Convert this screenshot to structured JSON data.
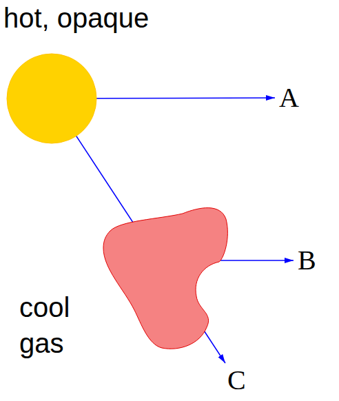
{
  "diagram": {
    "nodes": [
      {
        "text": [
          "hot, opaque"
        ]
      },
      {
        "text": [
          "A"
        ]
      },
      {
        "text": [
          "cool gas"
        ]
      },
      {
        "text": [
          "B"
        ]
      },
      {
        "text": [
          "C"
        ]
      }
    ],
    "edges": [
      {
        "from": 0,
        "to": 1,
        "arrow": "to"
      },
      {
        "from": 0,
        "to": 4,
        "arrow": "to"
      },
      {
        "from": 2,
        "to": 3,
        "arrow": "to"
      }
    ]
  }
}
